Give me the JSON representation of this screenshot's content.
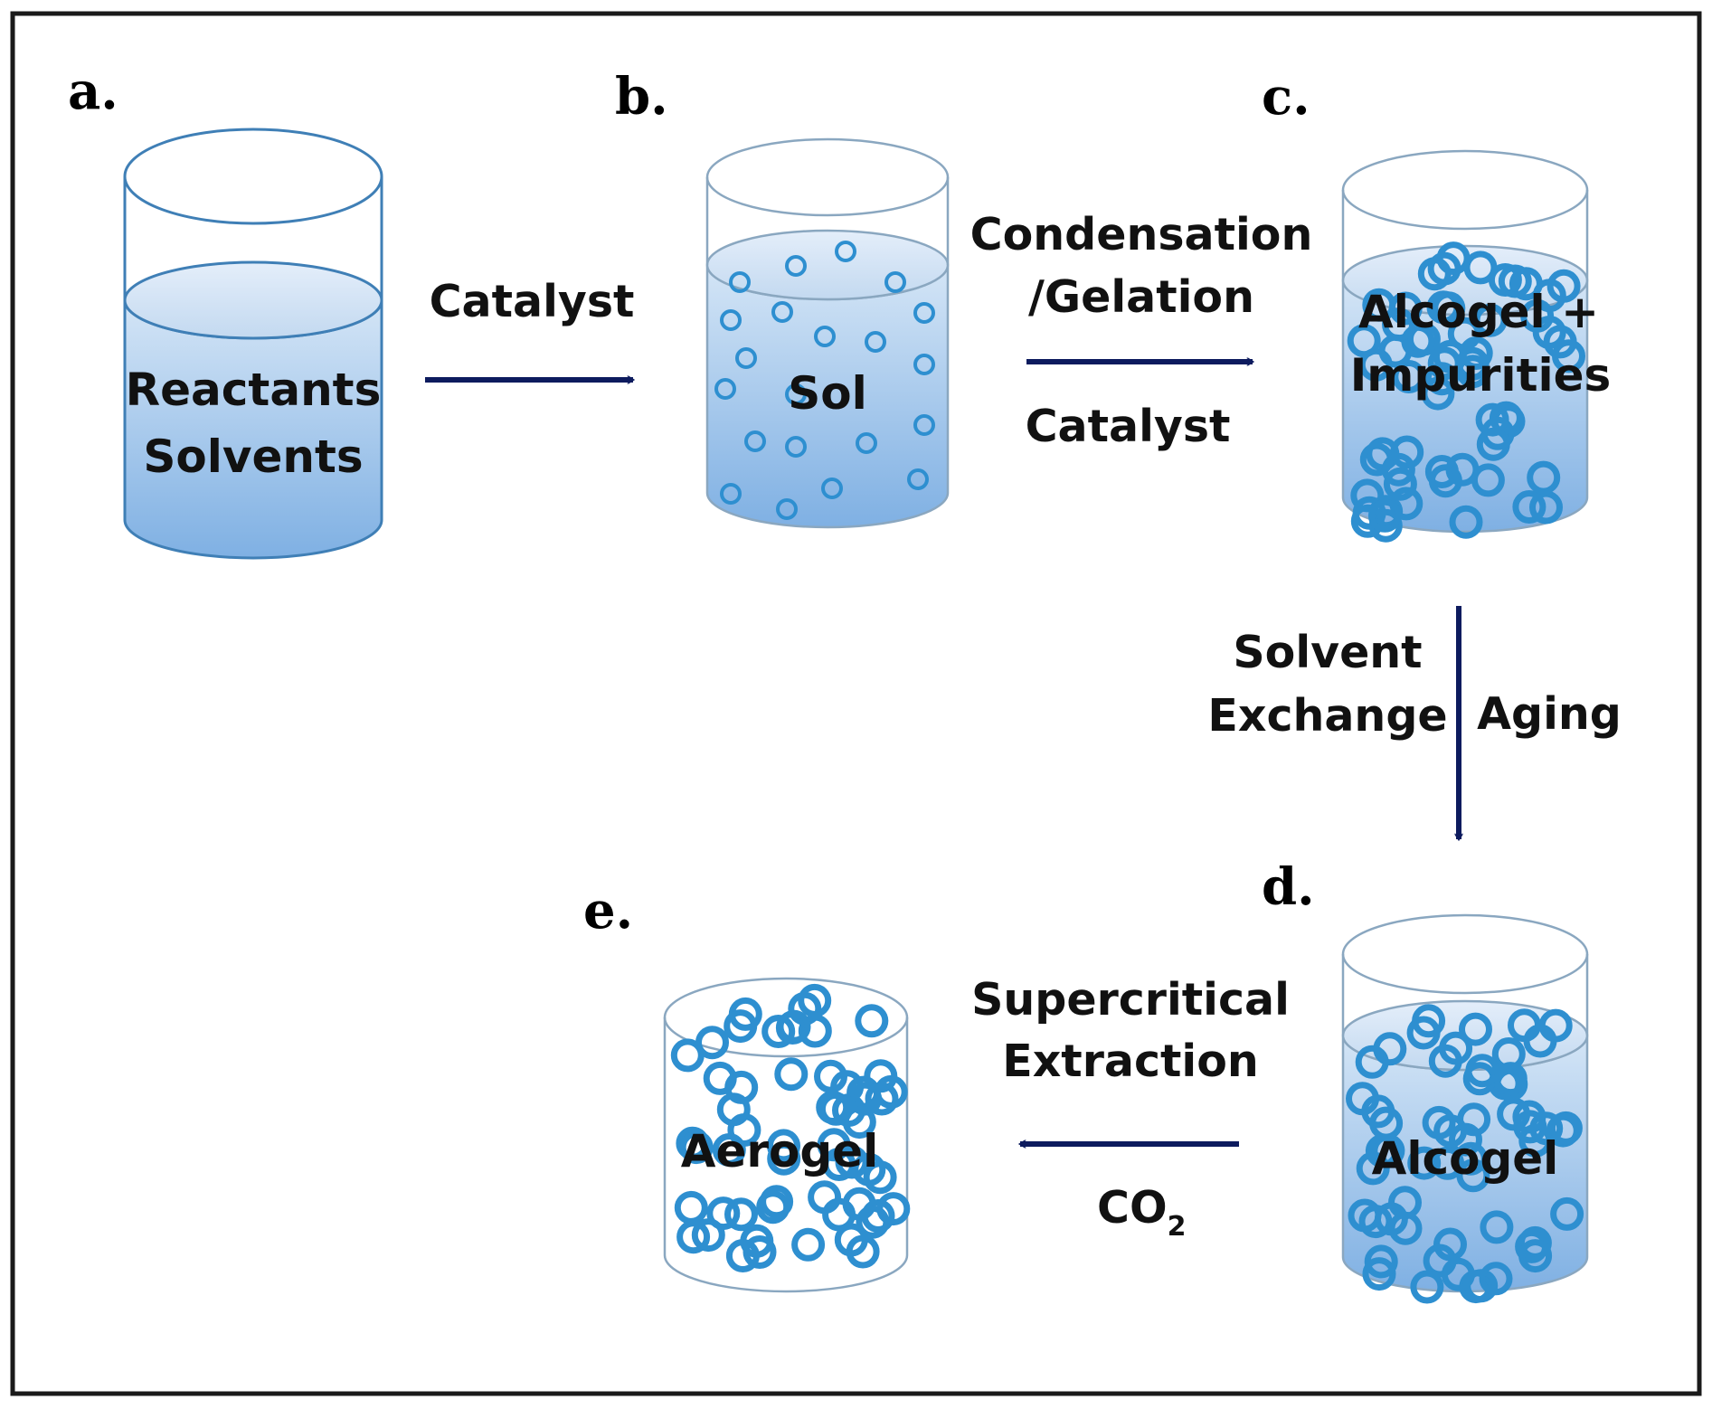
{
  "steps": {
    "a": "a.",
    "b": "b.",
    "c": "c.",
    "d": "d.",
    "e": "e."
  },
  "beakers": {
    "a": {
      "lines": [
        "Reactants",
        "Solvents"
      ]
    },
    "b": {
      "lines": [
        "Sol"
      ]
    },
    "c": {
      "lines": [
        "Alcogel +",
        "Impurities"
      ]
    },
    "d": {
      "lines": [
        "Alcogel"
      ]
    },
    "e": {
      "lines": [
        "Aerogel"
      ]
    }
  },
  "arrows": {
    "a_to_b": {
      "above": [
        "Catalyst"
      ]
    },
    "b_to_c": {
      "above": [
        "Condensation",
        "/Gelation"
      ],
      "below": [
        "Catalyst"
      ]
    },
    "c_to_d": {
      "left": [
        "Solvent",
        "Exchange"
      ],
      "right": [
        "Aging"
      ]
    },
    "d_to_e": {
      "above": [
        "Supercritical",
        "Extraction"
      ],
      "below_main": "CO",
      "below_sub": "2"
    }
  },
  "colors": {
    "arrow": "#0d1b5e",
    "beaker_stroke": "#3f7fb6",
    "liquid_top": "#c9ddf2",
    "liquid_bottom": "#86b6e6",
    "particle": "#2e8fd0",
    "frame": "#1a1a1a"
  }
}
